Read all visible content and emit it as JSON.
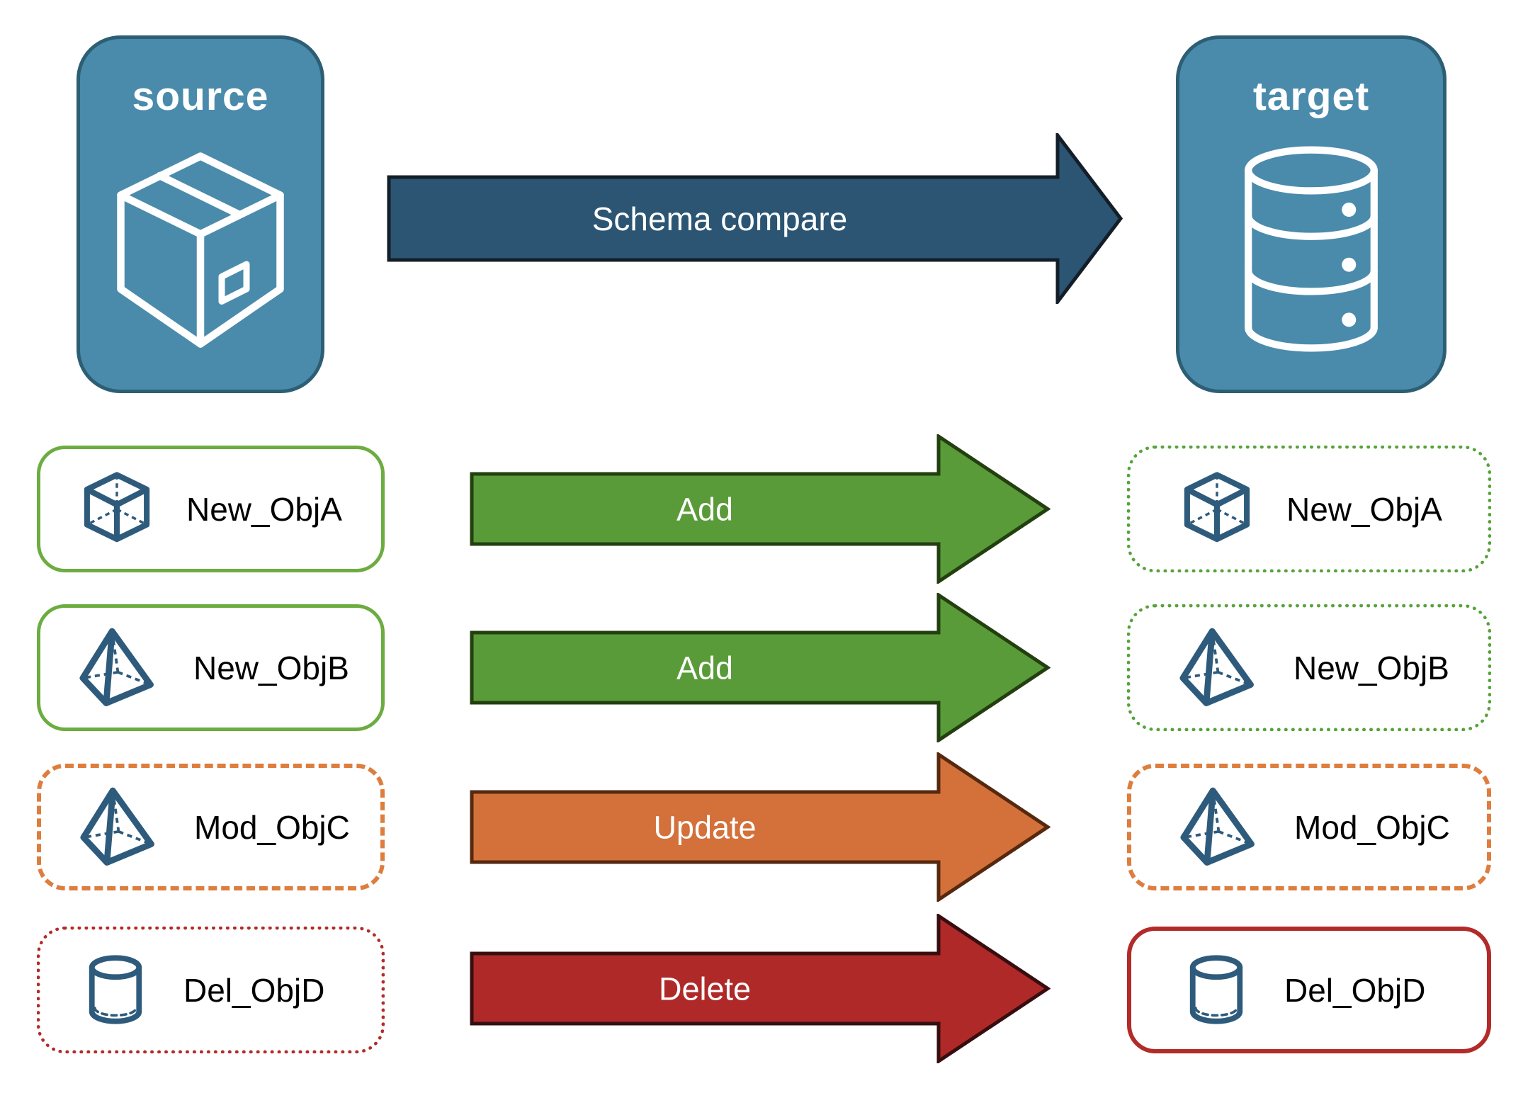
{
  "endpoints": {
    "source": {
      "label": "source",
      "icon": "package-icon"
    },
    "target": {
      "label": "target",
      "icon": "database-icon"
    }
  },
  "schema_compare": {
    "label": "Schema compare"
  },
  "rows": [
    {
      "object": "New_ObjA",
      "icon": "cube-icon",
      "action": "Add",
      "source_border": "solid-green",
      "target_border": "dotted-green"
    },
    {
      "object": "New_ObjB",
      "icon": "pyramid-icon",
      "action": "Add",
      "source_border": "solid-green",
      "target_border": "dotted-green"
    },
    {
      "object": "Mod_ObjC",
      "icon": "pyramid-icon",
      "action": "Update",
      "source_border": "dashed-orange",
      "target_border": "dashed-orange"
    },
    {
      "object": "Del_ObjD",
      "icon": "cylinder-icon",
      "action": "Delete",
      "source_border": "dotted-red",
      "target_border": "solid-red"
    }
  ],
  "colors": {
    "background": "#FFFFFF",
    "endpoint_fill": "#4A8BAC",
    "endpoint_border": "#2C5E74",
    "schema_arrow_fill": "#2B5573",
    "schema_arrow_border": "#131E28",
    "add_arrow_fill": "#599B38",
    "add_arrow_border": "#233F10",
    "update_arrow_fill": "#D4713A",
    "update_arrow_border": "#55290F",
    "delete_arrow_fill": "#AE2927",
    "delete_arrow_border": "#370E10",
    "green_box": "#6CAC40",
    "green_box_dotted": "#57A23C",
    "orange_box": "#DD7D3E",
    "red_box": "#B22B28",
    "icon_blue": "#2E5B7C",
    "label_color": "#000000",
    "title_color": "#FFFFFF"
  }
}
